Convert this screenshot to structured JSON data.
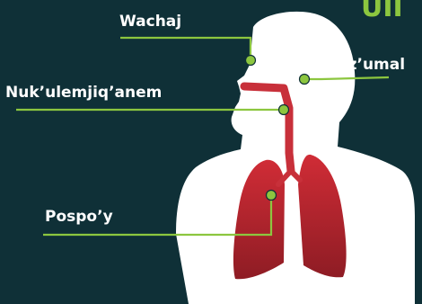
{
  "title_fragment": "UII",
  "labels": {
    "nose": "Wachaj",
    "mouth": "Tz’umal",
    "throat": "Nuk’ulemjiq’anem",
    "lungs": "Pospo’y"
  },
  "colors": {
    "background": "#0f3037",
    "silhouette": "#ffffff",
    "accent_green": "#8cc63f",
    "lung_red": "#b22630",
    "airway_red": "#c8303a"
  }
}
